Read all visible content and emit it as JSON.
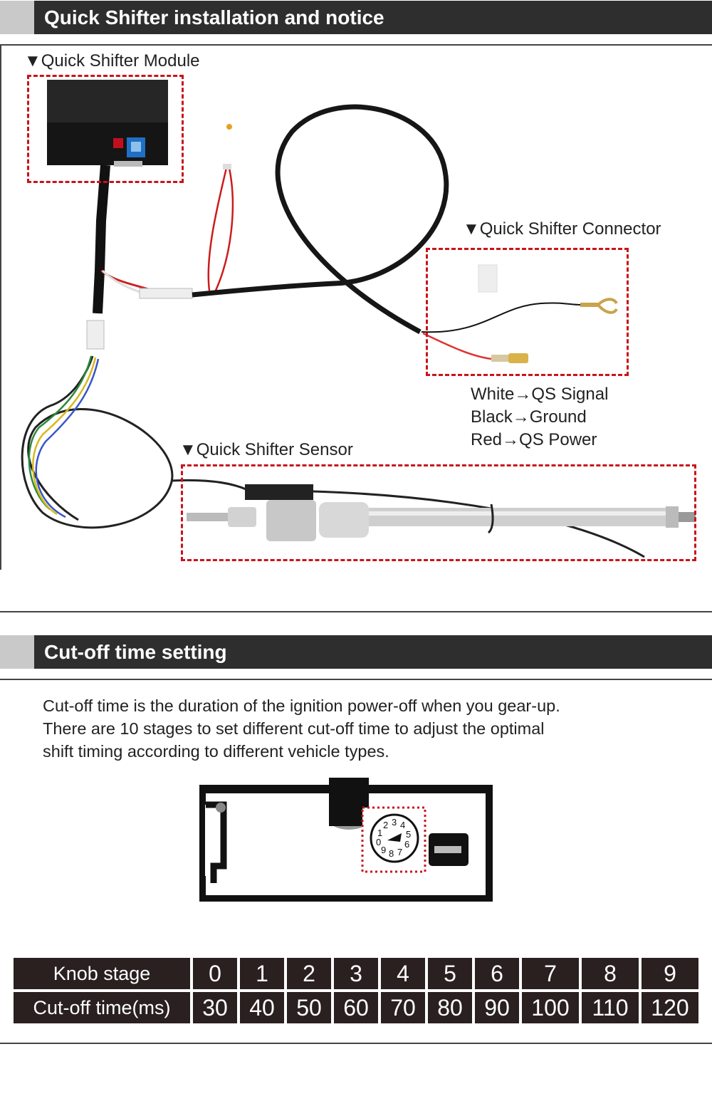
{
  "section1": {
    "title": "Quick Shifter installation and notice",
    "module_label": "▼Quick Shifter Module",
    "connector_label": "▼Quick Shifter Connector",
    "sensor_label": "▼Quick Shifter Sensor",
    "wires": [
      "White→QS Signal",
      "Black→Ground",
      "Red→QS Power"
    ]
  },
  "section2": {
    "title": "Cut-off time setting",
    "description": [
      "Cut-off time is the duration of the ignition power-off when you gear-up.",
      "There are 10 stages to set different cut-off time to adjust the optimal",
      "shift timing according to different vehicle types."
    ],
    "dial_numbers": [
      "0",
      "1",
      "2",
      "3",
      "4",
      "5",
      "6",
      "7",
      "8",
      "9"
    ]
  },
  "table": {
    "row1_label": "Knob stage",
    "row2_label": "Cut-off time(ms)",
    "stages": [
      "0",
      "1",
      "2",
      "3",
      "4",
      "5",
      "6",
      "7",
      "8",
      "9"
    ],
    "times": [
      "30",
      "40",
      "50",
      "60",
      "70",
      "80",
      "90",
      "100",
      "110",
      "120"
    ]
  },
  "colors": {
    "header_bg": "#2e2e2e",
    "header_tab": "#c9c9c9",
    "dashed_box": "#c8141b",
    "table_cell": "#2a2020"
  }
}
